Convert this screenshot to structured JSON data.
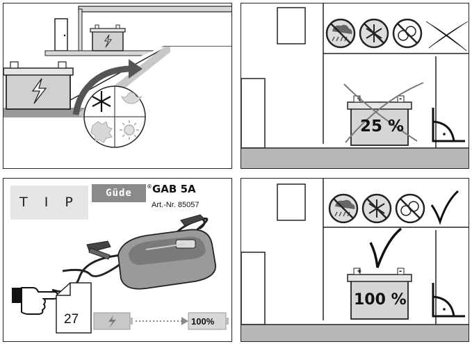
{
  "panel_top_right": {
    "charge_level": "25 %"
  },
  "panel_tip": {
    "tip_label": "T I P",
    "brand": "GÜDE",
    "brand_display": "Güde",
    "registered": "®",
    "model": "GAB 5A",
    "article_number": "Art.-Nr. 85057",
    "page_reference": "27",
    "charge_target": "100%"
  },
  "panel_bottom_right": {
    "charge_level": "100 %"
  },
  "colors": {
    "grey_fill": "#c8c8c8",
    "light_fill": "#e6e6e6",
    "line": "#222222",
    "brand_grey": "#8a8a8a"
  }
}
